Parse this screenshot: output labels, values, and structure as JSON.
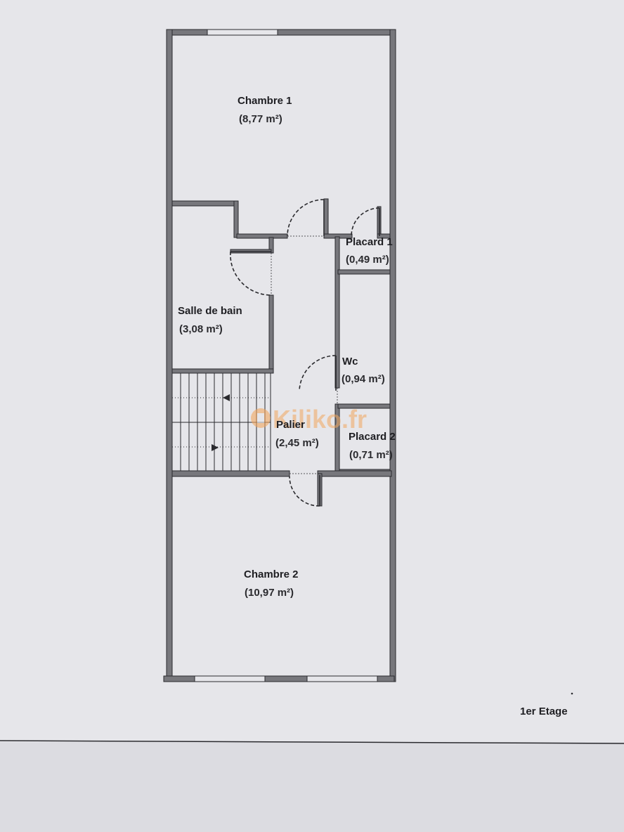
{
  "plan": {
    "floor_label": "1er Etage",
    "watermark": "Kiliko.fr",
    "rooms": [
      {
        "name": "Chambre 1",
        "area": "(8,77 m²)"
      },
      {
        "name": "Salle de bain",
        "area": "(3,08 m²)"
      },
      {
        "name": "Placard 1",
        "area": "(0,49 m²)"
      },
      {
        "name": "Wc",
        "area": "(0,94 m²)"
      },
      {
        "name": "Palier",
        "area": "(2,45 m²)"
      },
      {
        "name": "Placard 2",
        "area": "(0,71 m²)"
      },
      {
        "name": "Chambre 2",
        "area": "(10,97 m²)"
      }
    ]
  },
  "colors": {
    "paper": "#e6e6ea",
    "wall": "#77777c",
    "wall_edge": "#2a2a2e",
    "text": "#1e1e22",
    "watermark": "#f2a860"
  }
}
